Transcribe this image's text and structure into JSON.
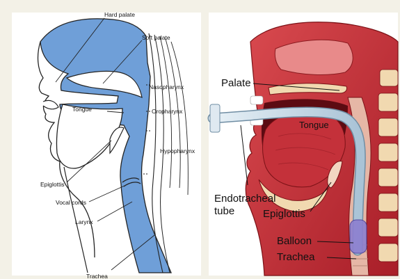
{
  "left_diagram": {
    "labels": {
      "hard_palate": "Hard palate",
      "soft_palate": "Soft palate",
      "nasopharynx": "Nasopharynx",
      "tongue": "Tongue",
      "oropharynx": "Oropharynx",
      "hypopharynx": "Hypopharynx",
      "epiglottis": "Epiglottis",
      "vocal_cords": "Vocal cords",
      "larynx": "Larynx",
      "trachea": "Trachea"
    },
    "colors": {
      "airway": "#6f9fd8",
      "outline": "#222222"
    }
  },
  "right_diagram": {
    "labels": {
      "palate": "Palate",
      "tongue": "Tongue",
      "endotracheal_line1": "Endotracheal",
      "endotracheal_line2": "tube",
      "epiglottis": "Epiglottis",
      "balloon": "Balloon",
      "trachea": "Trachea"
    },
    "colors": {
      "tissue": "#c9333a",
      "tube": "#c9dbe8",
      "balloon": "#8c7fd0",
      "bone": "#f1d9b0"
    }
  }
}
